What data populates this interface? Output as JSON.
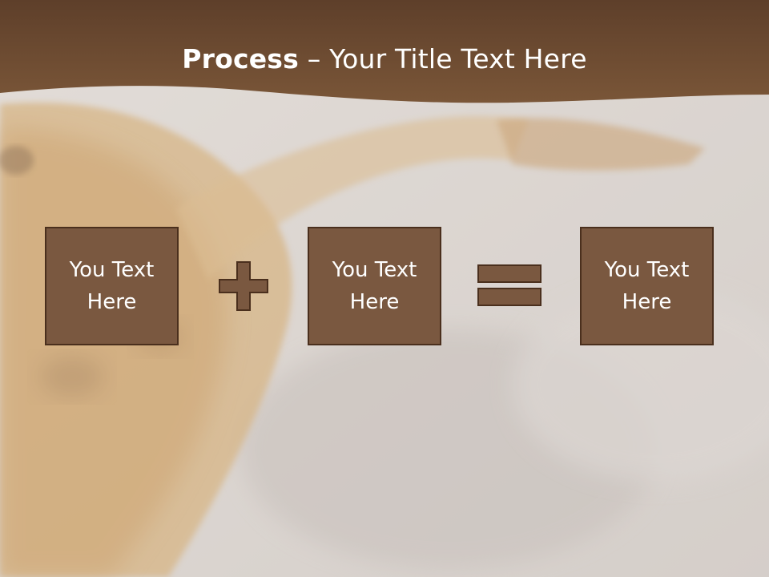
{
  "slide": {
    "title_bold": "Process",
    "title_separator": " – ",
    "title_rest": "Your Title Text Here"
  },
  "process": {
    "boxes": [
      {
        "text": "You Text Here"
      },
      {
        "text": "You Text Here"
      },
      {
        "text": "You Text Here"
      }
    ],
    "operators": [
      "plus-icon",
      "equals-icon"
    ]
  },
  "colors": {
    "header": "#6b4a33",
    "box_fill": "#7a5840",
    "box_border": "#4a2f1d",
    "operator_fill": "#7a5840",
    "operator_border": "#4a2f1d",
    "text": "#ffffff"
  }
}
